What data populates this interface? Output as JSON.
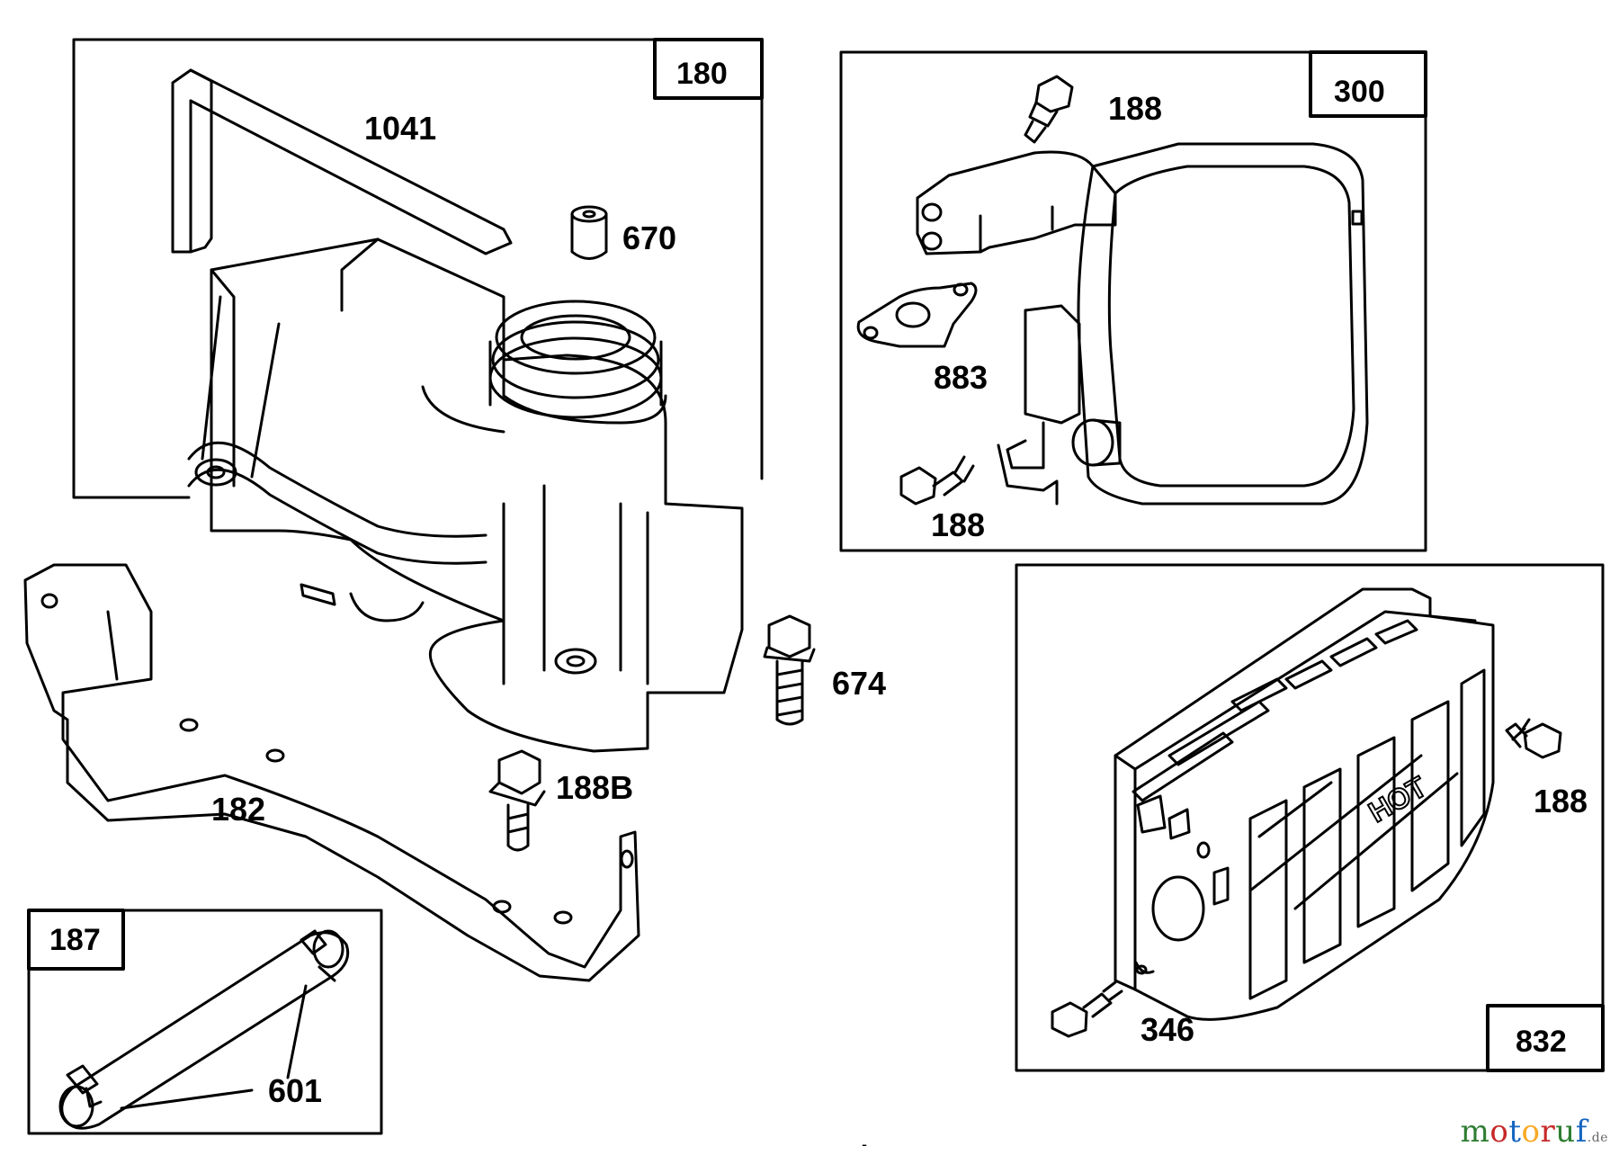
{
  "diagram": {
    "group_boxes": [
      {
        "id": "tank",
        "tag": "180"
      },
      {
        "id": "muffler",
        "tag": "300"
      },
      {
        "id": "guard",
        "tag": "832"
      },
      {
        "id": "line",
        "tag": "187"
      }
    ],
    "part_labels": [
      {
        "id": "p1041",
        "text": "1041"
      },
      {
        "id": "p670",
        "text": "670"
      },
      {
        "id": "p188-top",
        "text": "188"
      },
      {
        "id": "p883",
        "text": "883"
      },
      {
        "id": "p188-mid",
        "text": "188"
      },
      {
        "id": "p674",
        "text": "674"
      },
      {
        "id": "p188b",
        "text": "188B"
      },
      {
        "id": "p182",
        "text": "182"
      },
      {
        "id": "p188-right",
        "text": "188"
      },
      {
        "id": "p346",
        "text": "346"
      },
      {
        "id": "p601",
        "text": "601"
      }
    ],
    "guard_marking": "HOT",
    "dash": "-"
  },
  "watermark": {
    "brand": [
      "m",
      "o",
      "t",
      "o",
      "r",
      "u",
      "f"
    ],
    "suffix": ".de",
    "colors": [
      "#2e7d32",
      "#c62828",
      "#1565c0",
      "#f9a825",
      "#c62828",
      "#2e7d32",
      "#1565c0"
    ]
  }
}
